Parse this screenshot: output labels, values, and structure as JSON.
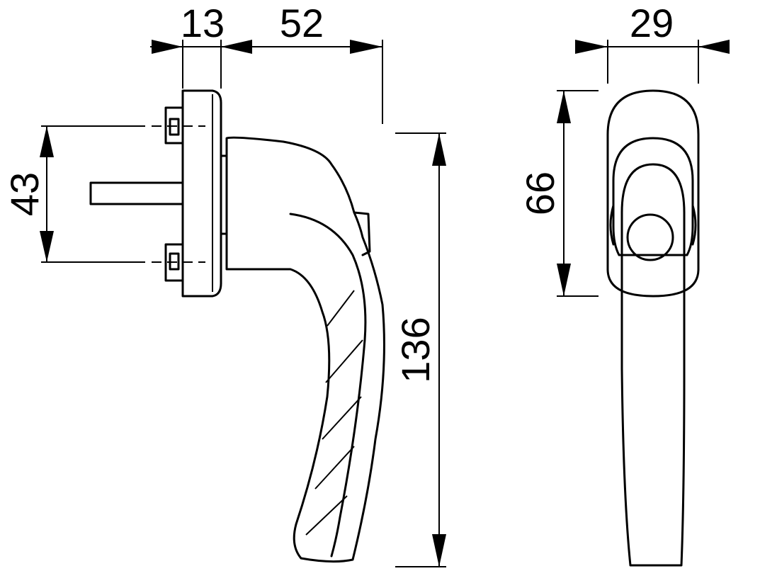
{
  "dimensions": {
    "base_thickness": "13",
    "projection": "52",
    "screw_spacing": "43",
    "handle_length": "136",
    "rose_width": "29",
    "rose_height": "66"
  }
}
